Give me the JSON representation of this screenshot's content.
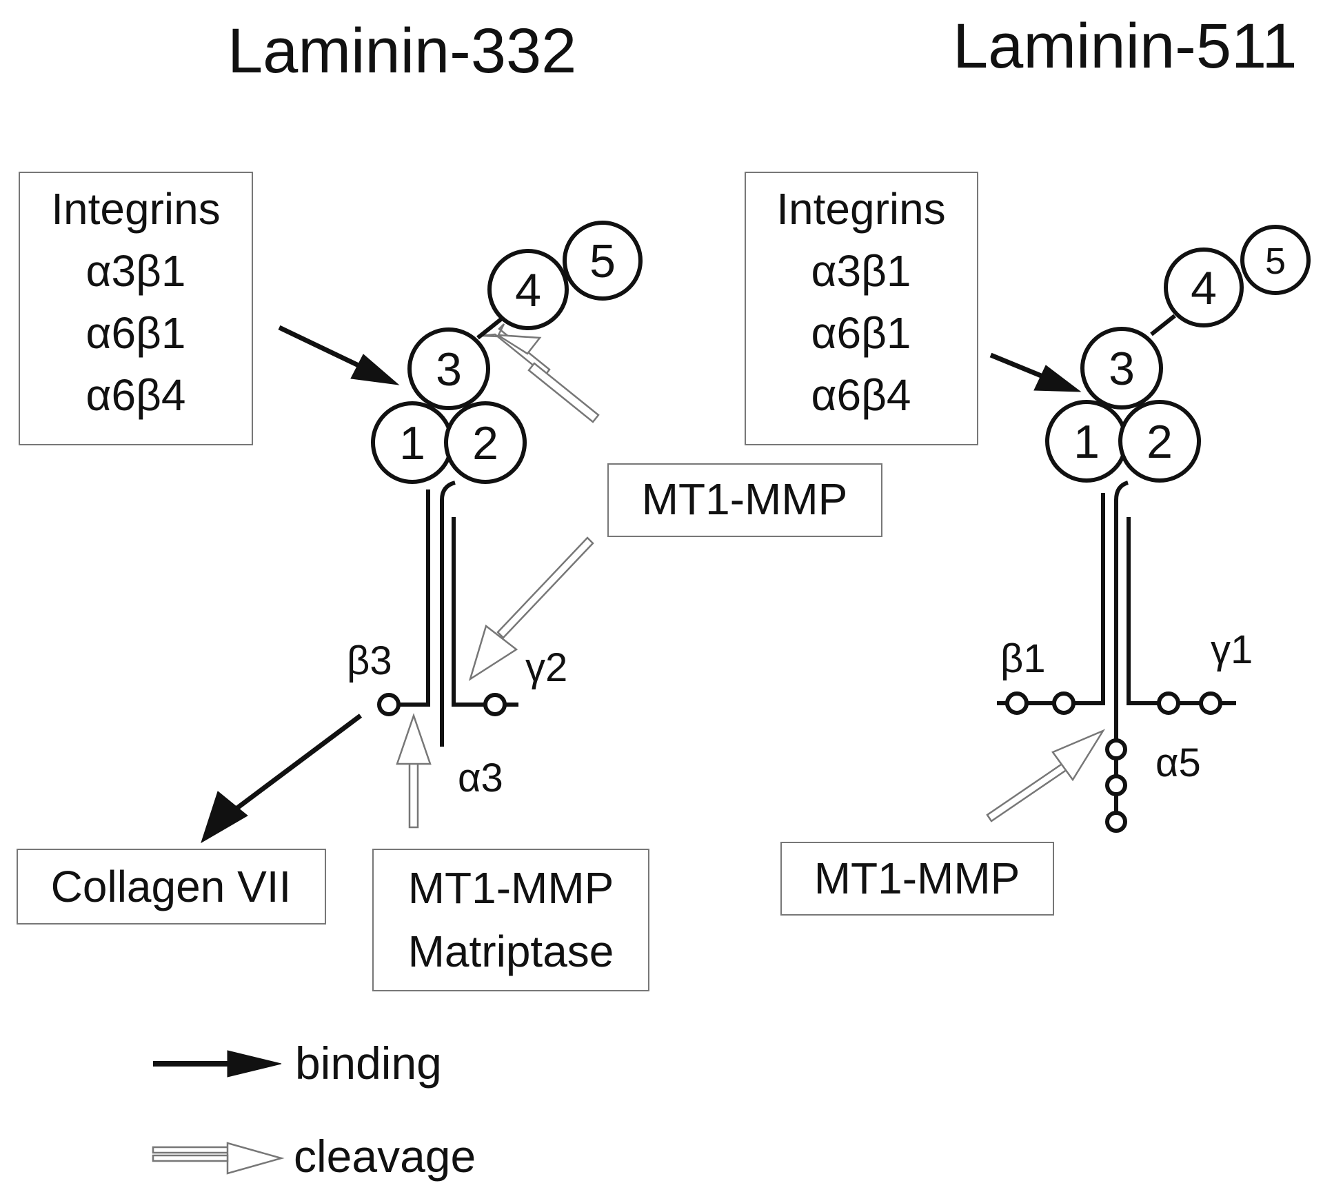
{
  "panels": {
    "left": {
      "title": "Laminin-332",
      "integrins_box": [
        "Integrins",
        "α3β1",
        "α6β1",
        "α6β4"
      ],
      "domains": [
        "1",
        "2",
        "3",
        "4",
        "5"
      ],
      "chain_labels": {
        "beta": "β3",
        "gamma": "γ2",
        "alpha": "α3"
      },
      "cleavage_box_top": "MT1-MMP",
      "binding_box": "Collagen VII",
      "cleavage_box_bottom": [
        "MT1-MMP",
        "Matriptase"
      ]
    },
    "right": {
      "title": "Laminin-511",
      "integrins_box": [
        "Integrins",
        "α3β1",
        "α6β1",
        "α6β4"
      ],
      "domains": [
        "1",
        "2",
        "3",
        "4",
        "5"
      ],
      "chain_labels": {
        "beta": "β1",
        "gamma": "γ1",
        "alpha": "α5"
      },
      "cleavage_box": "MT1-MMP"
    }
  },
  "legend": {
    "binding": "binding",
    "cleavage": "cleavage"
  },
  "colors": {
    "binding_arrow": "#111111",
    "cleavage_arrow": "#ffffff",
    "stroke": "#111111",
    "box_border": "#777777"
  }
}
